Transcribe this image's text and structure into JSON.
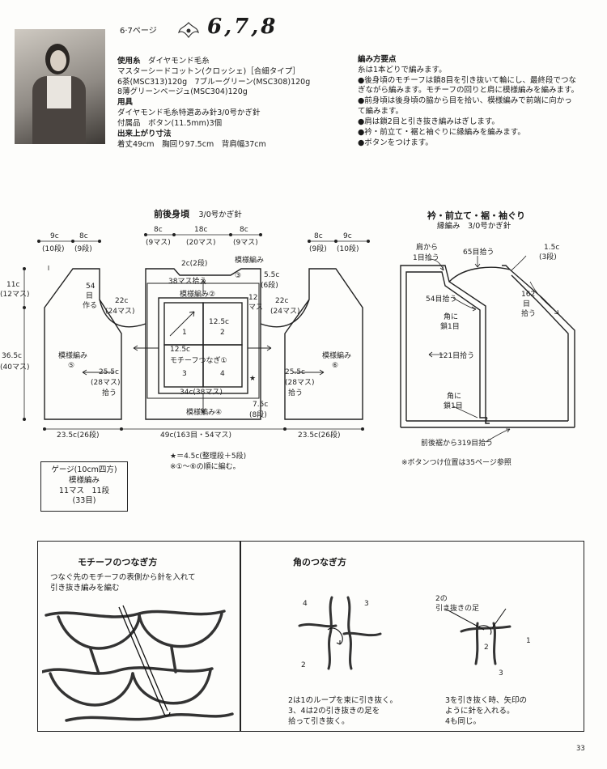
{
  "header": {
    "page_ref": "6·7ページ",
    "numbers": "6,7,8"
  },
  "materials": {
    "yarn_heading": "使用糸",
    "yarn_brand": "ダイヤモンド毛糸",
    "yarn_name": "マスターシードコットン(クロッシェ)［合細タイプ］",
    "colors_line1": "6茶(MSC313)120g　7ブルーグリーン(MSC308)120g",
    "colors_line2": "8薄グリーンベージュ(MSC304)120g",
    "tools_heading": "用具",
    "tools": "ダイヤモンド毛糸特選あみ針3/0号かぎ針",
    "notions": "付属品　ボタン(11.5mm)3個",
    "size_heading": "出来上がり寸法",
    "size": "着丈49cm　胸回り97.5cm　背肩幅37cm"
  },
  "instructions": {
    "heading": "編み方要点",
    "lines": [
      "糸は1本どりで編みます。",
      "●後身頃のモチーフは鎖8目を引き抜いて輪にし、最終段でつな",
      "ぎながら編みます。モチーフの回りと肩に模様編みを編みます。",
      "●前身頃は後身頃の脇から目を拾い、模様編みで前端に向かっ",
      "て編みます。",
      "●肩は鎖2目と引き抜き編みはぎします。",
      "●衿・前立て・裾と袖ぐりに縁編みを編みます。",
      "●ボタンをつけます。"
    ]
  },
  "body_diagram": {
    "title": "前後身頃",
    "needle": "3/0号かぎ針",
    "labels": {
      "top_9c_l": "9c",
      "top_10dan_l": "(10段)",
      "top_8c_l": "8c",
      "top_9dan_l": "(9段)",
      "top_8c_c1": "8c",
      "top_9masu_1": "(9マス)",
      "top_18c": "18c",
      "top_20masu": "(20マス)",
      "top_8c_c2": "8c",
      "top_9masu_2": "(9マス)",
      "top_8c_r": "8c",
      "top_9dan_r": "(9段)",
      "top_9c_r": "9c",
      "top_10dan_r": "(10段)",
      "h_11c": "11c",
      "h_12masu": "(12マス)",
      "h_365": "36.5c",
      "h_40masu": "(40マス)",
      "st54": "54",
      "st_me": "目",
      "st_tsukuru": "作る",
      "c22l": "22c",
      "c24l": "(24マス)",
      "c22r": "22c",
      "c24r": "(24マス)",
      "c2c2": "2c(2段)",
      "moyou_top": "模様編み",
      "c55": "5.5c",
      "c6dan": "(6段)",
      "m38": "38マス拾う",
      "circle3": "③",
      "moyou2": "模様編み②",
      "c12": "12",
      "c12masu": "マス",
      "c125a": "12.5c",
      "c125b": "12.5c",
      "m1": "1",
      "m2": "2",
      "m3": "3",
      "m4": "4",
      "motif_join": "モチーフつなぎ①",
      "moyou5": "模様編み",
      "circle5": "⑤",
      "moyou6": "模様編み",
      "circle6": "⑥",
      "c255l": "25.5c",
      "c28l": "(28マス)",
      "hirau_l": "拾う",
      "c255r": "25.5c",
      "c28r": "(28マス)",
      "hirau_r": "拾う",
      "c34": "34c(38マス)",
      "star": "★",
      "c75": "7.5c",
      "c8dan": "(8段)",
      "moyou4": "模様編み④",
      "b235l": "23.5c(26段)",
      "b49": "49c(163目・54マス)",
      "b235r": "23.5c(26段)",
      "note1": "★＝4.5c(整理段＋5段)",
      "note2": "※①～⑥の順に編む。"
    }
  },
  "gauge": {
    "title": "ゲージ(10cm四方)",
    "pattern": "模様編み",
    "values": "11マス　11段",
    "stitches": "(33目)"
  },
  "edging_diagram": {
    "title": "衿・前立て・裾・袖ぐり",
    "subtitle": "縁編み　3/0号かぎ針",
    "labels": {
      "kata": "肩から",
      "kata2": "1目拾う",
      "m65": "65目拾う",
      "c15": "1.5c",
      "c3dan": "(3段)",
      "m54": "54目拾う",
      "m162a": "162",
      "m162b": "目",
      "m162c": "拾う",
      "kado1a": "角に",
      "kado1b": "鎖1目",
      "m121": "121目拾う",
      "kado2a": "角に",
      "kado2b": "鎖1目",
      "m319": "前後裾から319目拾う",
      "note": "※ボタンつけ位置は35ページ参照"
    }
  },
  "motif_join": {
    "title": "モチーフのつなぎ方",
    "text1": "つなぐ先のモチーフの表側から針を入れて",
    "text2": "引き抜き編みを編む"
  },
  "corner_join": {
    "title": "角のつなぎ方",
    "n4": "4",
    "n3": "3",
    "n2": "2",
    "r_label1": "2の",
    "r_label2": "引き抜きの足",
    "r_n2": "2",
    "r_n1": "1",
    "r_n3": "3",
    "cap_l1": "2は1のループを束に引き抜く。",
    "cap_l2": "3、4は2の引き抜きの足を",
    "cap_l3": "拾って引き抜く。",
    "cap_r1": "3を引き抜く時、矢印の",
    "cap_r2": "ように針を入れる。",
    "cap_r3": "4も同じ。"
  },
  "footer": {
    "page_number": "33"
  }
}
